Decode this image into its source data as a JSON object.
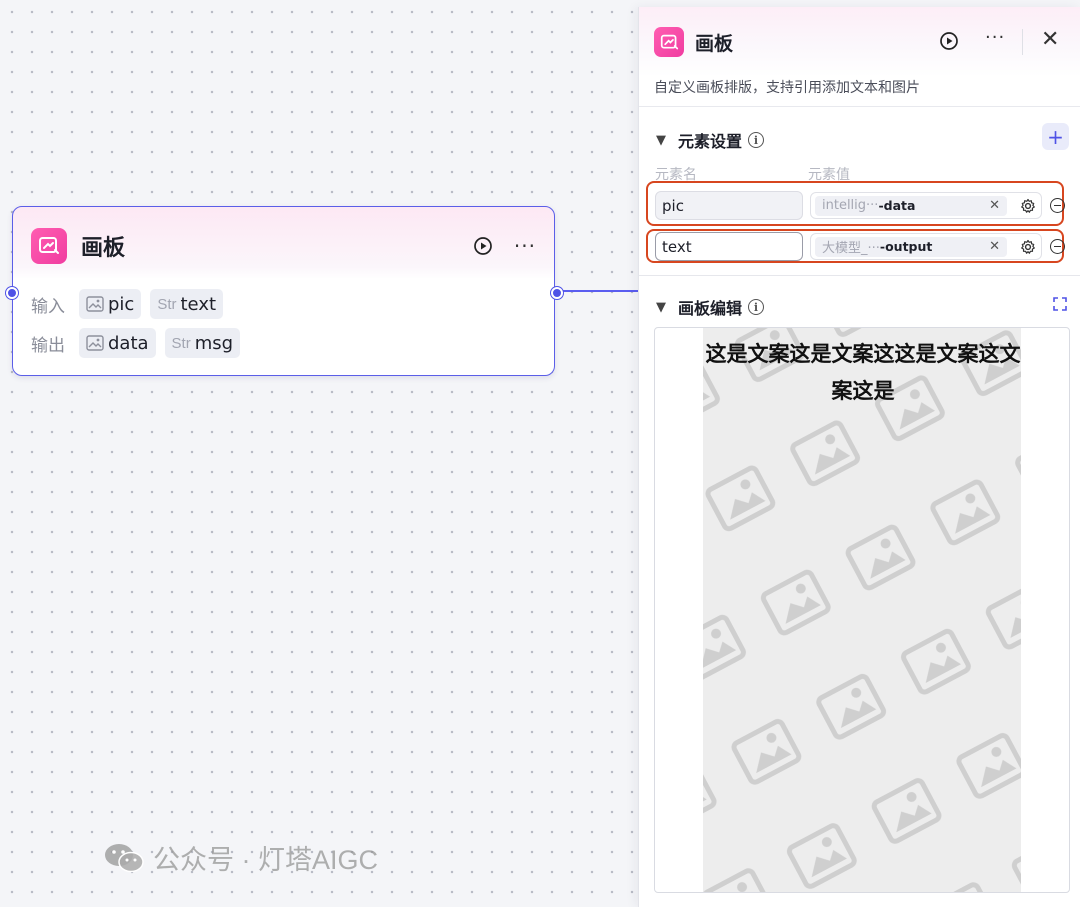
{
  "node": {
    "title": "画板",
    "input_label": "输入",
    "output_label": "输出",
    "inputs": [
      {
        "type": "image",
        "name": "pic"
      },
      {
        "type": "Str",
        "name": "text"
      }
    ],
    "outputs": [
      {
        "type": "image",
        "name": "data"
      },
      {
        "type": "Str",
        "name": "msg"
      }
    ]
  },
  "panel": {
    "title": "画板",
    "description": "自定义画板排版，支持引用添加文本和图片",
    "elements_section": "元素设置",
    "col_name": "元素名",
    "col_value": "元素值",
    "elements": [
      {
        "name": "pic",
        "source": "intellig···",
        "field": "-data"
      },
      {
        "name": "text",
        "source": "大模型_···",
        "field": "-output"
      }
    ],
    "editor_section": "画板编辑",
    "canvas_text": "这是文案这是文案这这是文案这文案这是"
  },
  "watermark": "公众号 · 灯塔AIGC",
  "colors": {
    "accent": "#4f52e6",
    "brand_pink": "#f03ca0",
    "highlight_red": "#d7461f"
  },
  "icons": [
    "canvas-app-icon",
    "run-icon",
    "more-icon",
    "close-icon",
    "info-icon",
    "add-icon",
    "gear-icon",
    "remove-icon",
    "expand-icon",
    "image-icon",
    "wechat-icon"
  ]
}
